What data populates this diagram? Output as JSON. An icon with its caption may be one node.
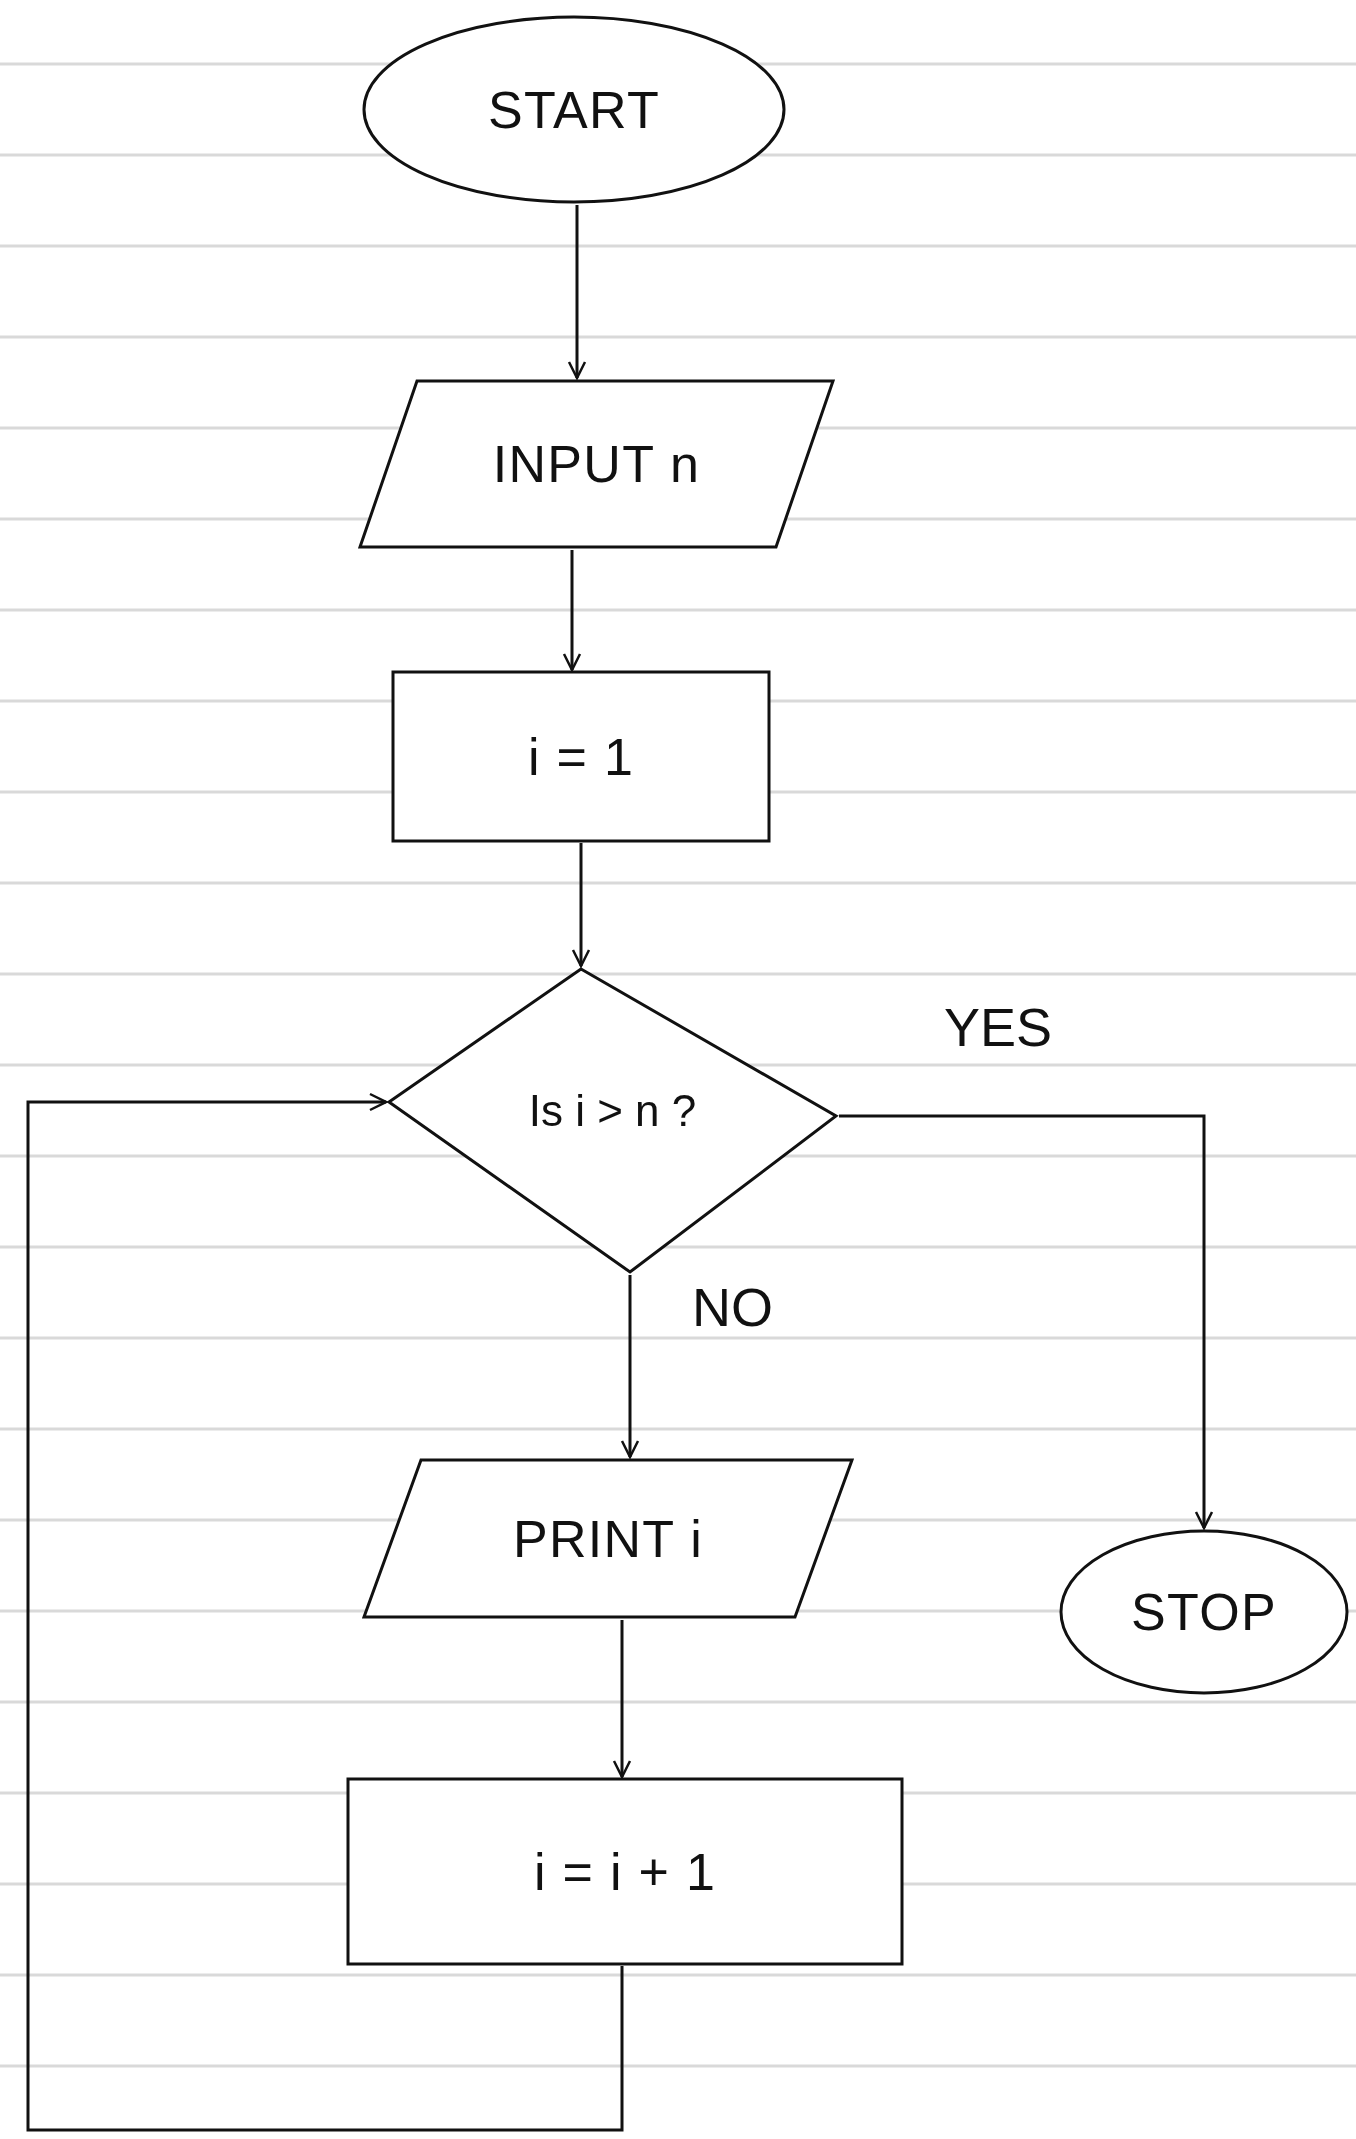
{
  "diagram": {
    "nodes": [
      {
        "text": [
          "START"
        ]
      },
      {
        "text": [
          "INPUT n"
        ]
      },
      {
        "text": [
          "i = 1"
        ]
      },
      {
        "text": [
          "Is i > n ?"
        ]
      },
      {
        "text": [
          "PRINT i"
        ]
      },
      {
        "text": [
          "STOP"
        ]
      },
      {
        "text": [
          "i = i + 1"
        ]
      }
    ],
    "edges": [
      {
        "from": 0,
        "to": 1,
        "arrow": "to"
      },
      {
        "from": 1,
        "to": 2,
        "arrow": "to"
      },
      {
        "from": 2,
        "to": 3,
        "arrow": "to"
      },
      {
        "from": 3,
        "to": 4,
        "arrow": "to",
        "label": "NO"
      },
      {
        "from": 3,
        "to": 5,
        "arrow": "to",
        "label": "YES"
      },
      {
        "from": 4,
        "to": 6,
        "arrow": "to"
      },
      {
        "from": 6,
        "to": 3,
        "arrow": "to"
      }
    ]
  }
}
